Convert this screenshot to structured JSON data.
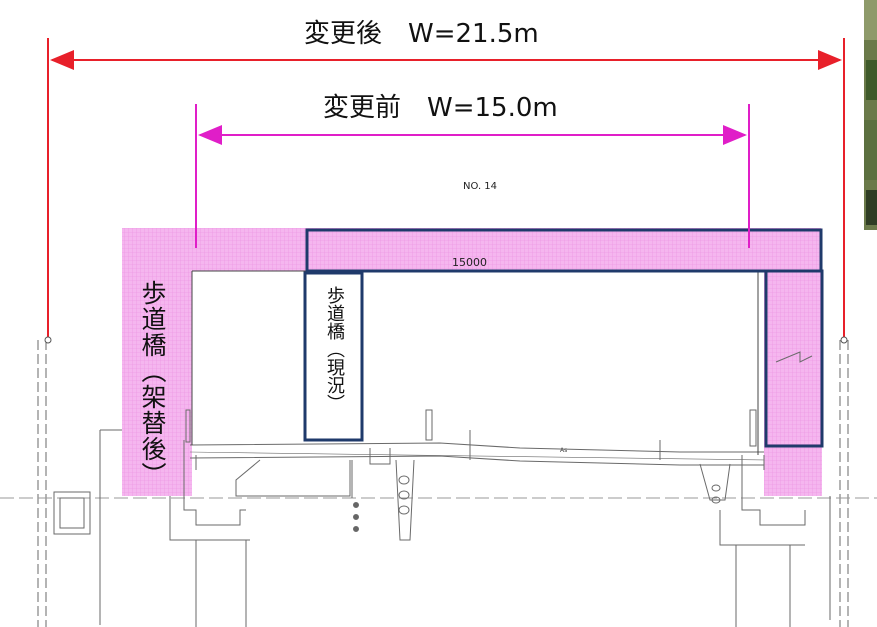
{
  "labels": {
    "after_width": "変更後　W=21.5m",
    "before_width": "変更前　W=15.0m",
    "section_no": "NO. 14",
    "dimension": "15000",
    "ground_mark": "As",
    "new_bridge": "歩道橋（架替後）",
    "current_bridge": "歩道橋（現況）"
  },
  "colors": {
    "after_line": "#e8202a",
    "before_line": "#e01ec8",
    "pink_fill": "#f7a8ee",
    "blue_box": "#1f3a6b",
    "drawing": "#6a6a6a"
  }
}
